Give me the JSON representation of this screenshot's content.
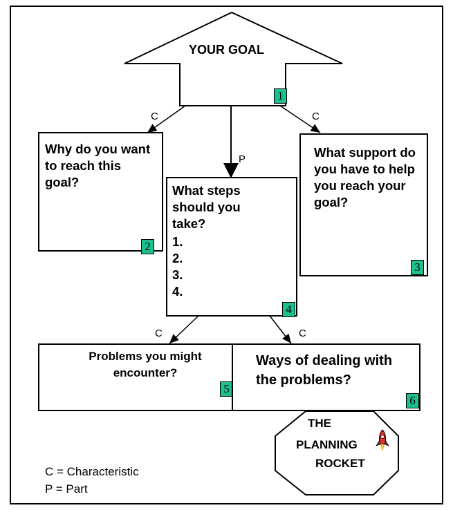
{
  "goal": {
    "title": "YOUR GOAL",
    "badge": "1"
  },
  "boxes": {
    "why": {
      "text": "Why do you want to reach this goal?",
      "badge": "2"
    },
    "steps": {
      "heading": "What steps should you take?",
      "items": [
        "1.",
        "2.",
        "3.",
        "4."
      ],
      "badge": "4"
    },
    "support": {
      "text": "What support do you have to help you reach your goal?",
      "badge": "3"
    },
    "problems": {
      "text": "Problems you might encounter?",
      "badge": "5"
    },
    "ways": {
      "text": "Ways of dealing with the problems?",
      "badge": "6"
    }
  },
  "relations": {
    "goal_why": "C",
    "goal_steps": "P",
    "goal_support": "C",
    "steps_problems": "C",
    "steps_ways": "C"
  },
  "rocket": {
    "line1": "THE",
    "line2": "PLANNING",
    "line3": "ROCKET",
    "icon": "rocket-icon"
  },
  "legend": {
    "c": "C = Characteristic",
    "p": "P = Part"
  },
  "colors": {
    "badge": "#1dbf8f",
    "rocket_red": "#e0302a"
  }
}
